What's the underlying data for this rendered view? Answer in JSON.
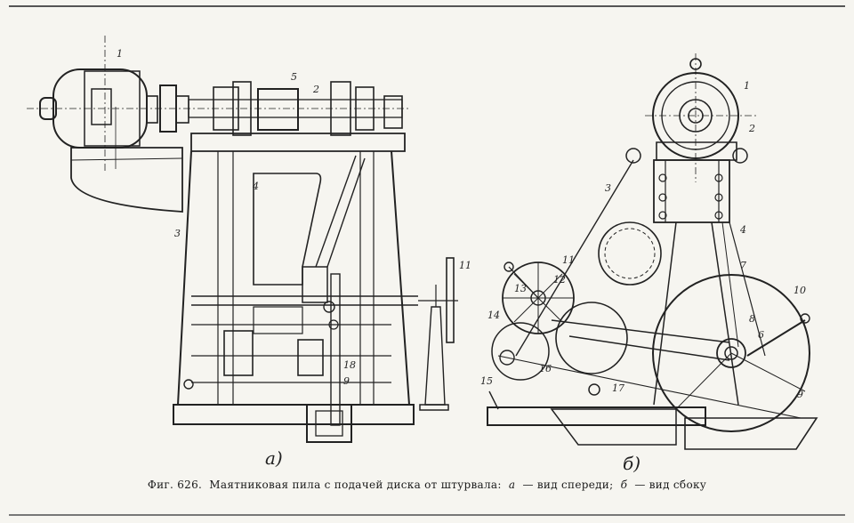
{
  "caption": {
    "fig": "Фиг. 626.",
    "text": "Маятниковая пила с подачей диска от штурвала:",
    "a_letter": "а",
    "a_text": "— вид спереди;",
    "b_letter": "б",
    "b_text": "— вид сбоку"
  },
  "views": {
    "front_label": "а)",
    "side_label": "б)"
  },
  "front_callouts": [
    "1",
    "5",
    "2",
    "4",
    "3",
    "11",
    "18",
    "9"
  ],
  "side_callouts": [
    "1",
    "2",
    "3",
    "4",
    "7",
    "11",
    "12",
    "13",
    "14",
    "15",
    "16",
    "17",
    "6",
    "8",
    "10",
    "9"
  ]
}
